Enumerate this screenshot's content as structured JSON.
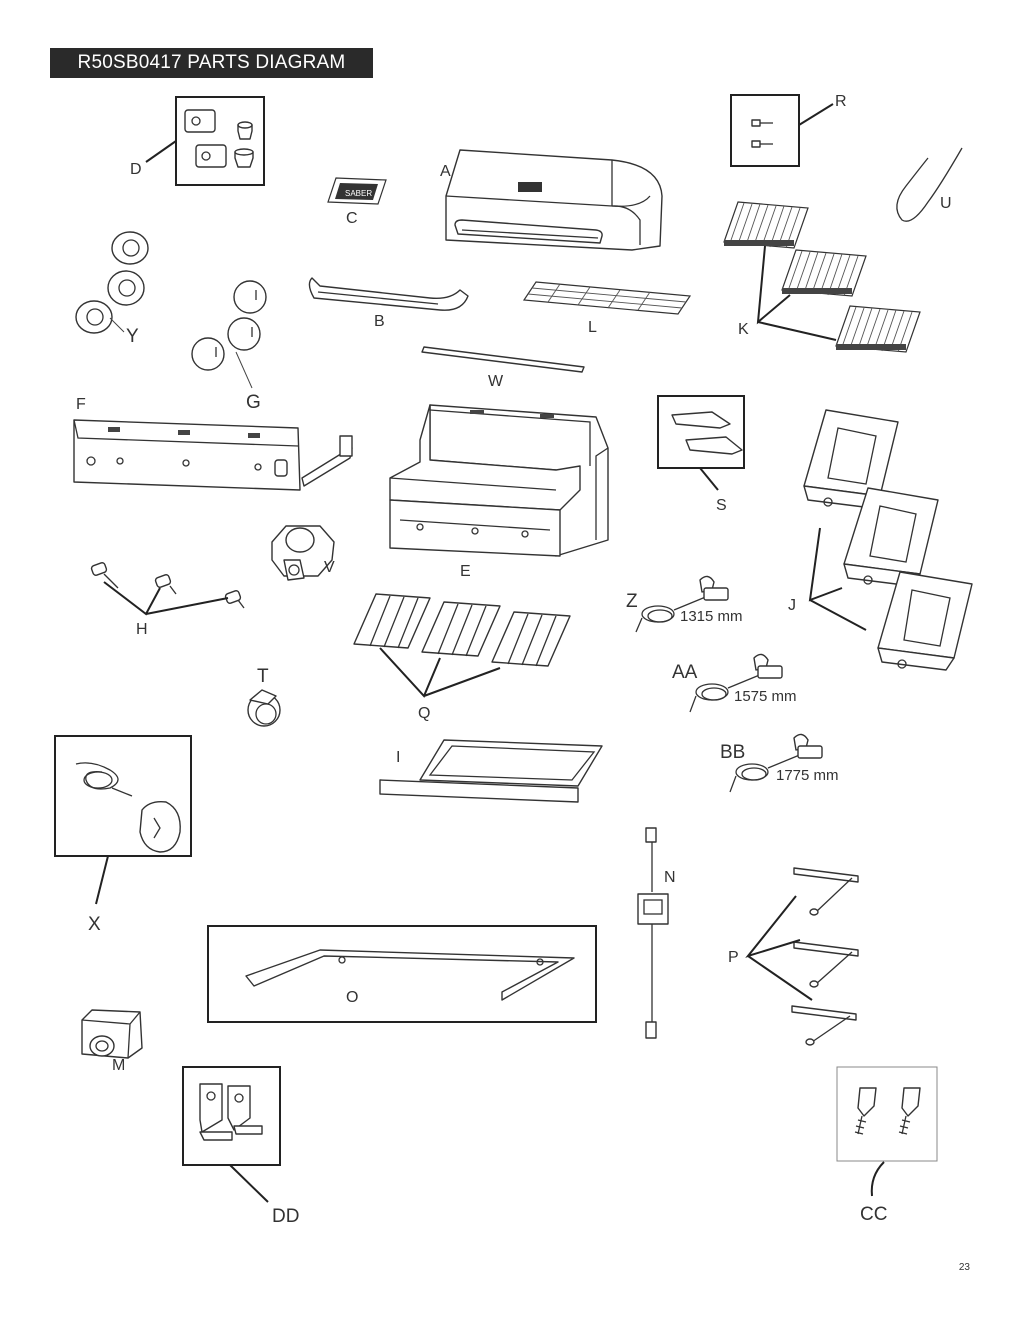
{
  "title": "R50SB0417 PARTS DIAGRAM",
  "page_number": "23",
  "logo_text": "SABER",
  "labels": {
    "A": "A",
    "B": "B",
    "C": "C",
    "D": "D",
    "E": "E",
    "F": "F",
    "G": "G",
    "H": "H",
    "I": "I",
    "J": "J",
    "K": "K",
    "L": "L",
    "M": "M",
    "N": "N",
    "O": "O",
    "P": "P",
    "Q": "Q",
    "R": "R",
    "S": "S",
    "T": "T",
    "U": "U",
    "V": "V",
    "W": "W",
    "X": "X",
    "Y": "Y",
    "Z": "Z",
    "AA": "AA",
    "BB": "BB",
    "CC": "CC",
    "DD": "DD"
  },
  "dimensions": {
    "Z": "1315 mm",
    "AA": "1575 mm",
    "BB": "1775 mm"
  }
}
